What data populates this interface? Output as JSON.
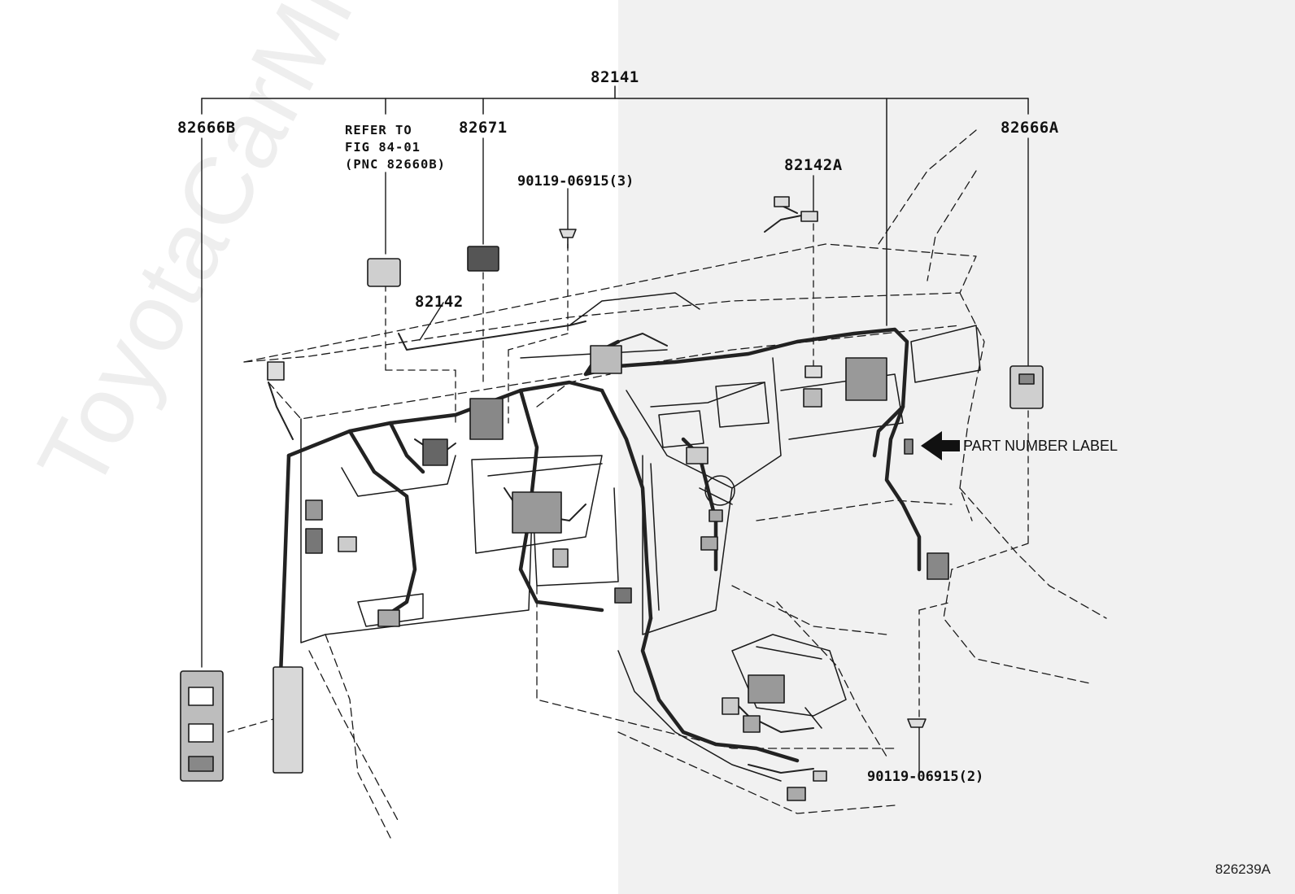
{
  "diagram": {
    "callouts": {
      "main_harness": "82141",
      "left_junction": "82666B",
      "right_junction": "82666A",
      "block": "82671",
      "wire_82142": "82142",
      "wire_82142a": "82142A",
      "bolt_top": "90119-06915(3)",
      "bolt_bottom": "90119-06915(2)"
    },
    "refer_note": {
      "line1": "REFER TO",
      "line2": "FIG 84-01",
      "line3": "(PNC 82660B)"
    },
    "label_note": "PART NUMBER LABEL",
    "illustration_code": "826239A",
    "watermark": "ToyotaCarMine.ru"
  }
}
